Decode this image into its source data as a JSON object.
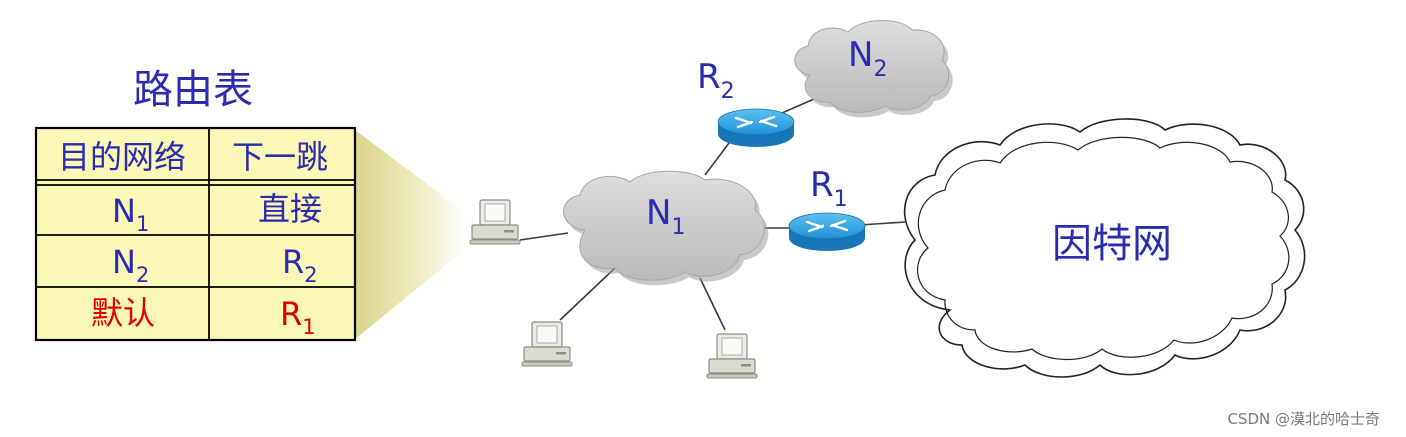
{
  "table": {
    "title": "路由表",
    "headers": [
      "目的网络",
      "下一跳"
    ],
    "rows": [
      {
        "dest": "N",
        "dest_sub": "1",
        "hop": "直接",
        "hop_sub": "",
        "highlight": false
      },
      {
        "dest": "N",
        "dest_sub": "2",
        "hop": "R",
        "hop_sub": "2",
        "highlight": false
      },
      {
        "dest": "默认",
        "dest_sub": "",
        "hop": "R",
        "hop_sub": "1",
        "highlight": true
      }
    ]
  },
  "network": {
    "n1": {
      "label": "N",
      "sub": "1"
    },
    "n2": {
      "label": "N",
      "sub": "2"
    },
    "r1": {
      "label": "R",
      "sub": "1"
    },
    "r2": {
      "label": "R",
      "sub": "2"
    },
    "internet": "因特网"
  },
  "colors": {
    "label_blue": "#2b2bb0",
    "highlight_red": "#e00000",
    "table_fill": "#fbf7b6",
    "beam_fill": "#e6e3a2",
    "router_blue": "#1f90d8"
  },
  "watermark": "CSDN @漠北的哈士奇"
}
